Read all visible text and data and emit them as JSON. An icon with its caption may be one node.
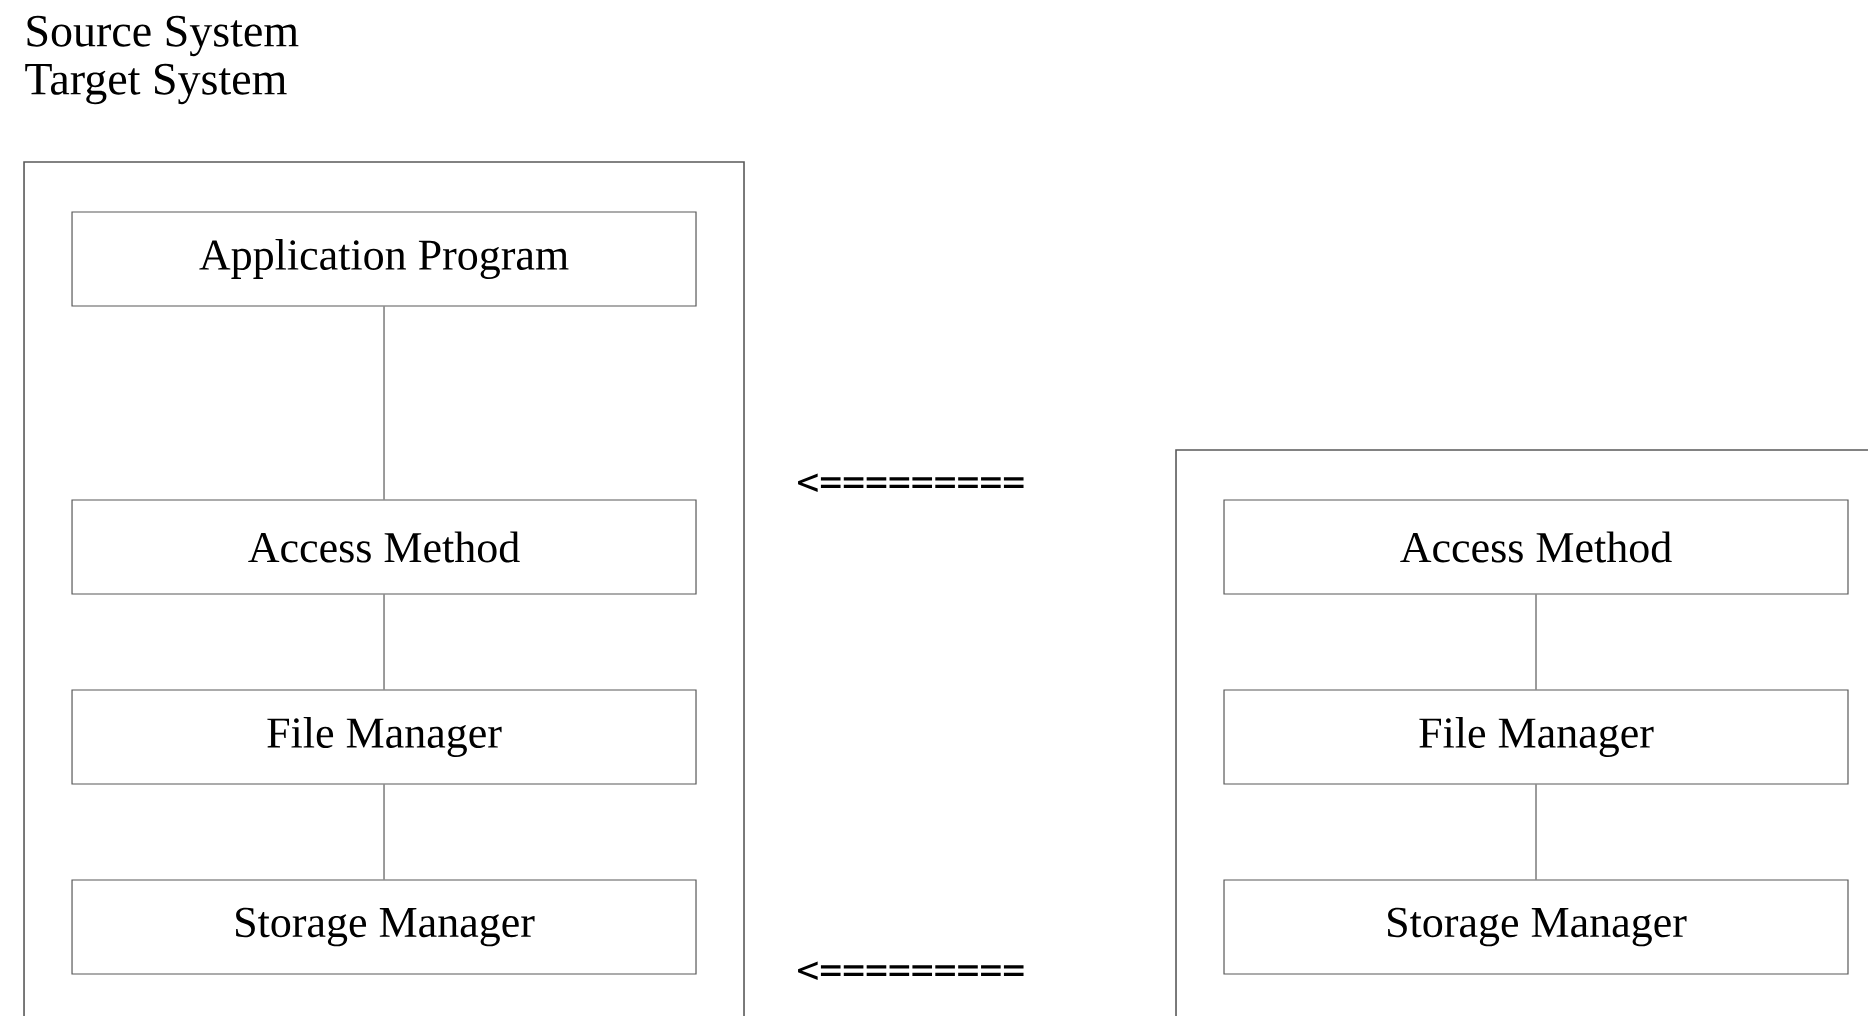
{
  "diagram": {
    "nodes": [
      {
        "text": [],
        "shape": "box"
      },
      {
        "text": [
          "Application Program"
        ],
        "in": 0
      },
      {
        "text": [
          "Access Method"
        ],
        "in": 0
      },
      {
        "text": [
          "File Manager"
        ],
        "in": 0
      },
      {
        "text": [
          "Storage Manager"
        ],
        "in": 0
      },
      {
        "text": [],
        "shape": "box"
      },
      {
        "text": [
          "Access Method"
        ],
        "in": 5
      },
      {
        "text": [
          "File Manager"
        ],
        "in": 5
      },
      {
        "text": [
          "Storage Manager"
        ],
        "in": 5
      }
    ],
    "edges": [
      {
        "from": 1,
        "to": 2,
        "arrow": "none"
      },
      {
        "from": 2,
        "to": 3,
        "arrow": "none"
      },
      {
        "from": 3,
        "to": 4,
        "arrow": "none"
      },
      {
        "from": 6,
        "to": 7,
        "arrow": "none"
      },
      {
        "from": 7,
        "to": 8,
        "arrow": "none"
      }
    ],
    "labels": [
      "Source System",
      "Target System",
      "<=========",
      "<========="
    ]
  }
}
